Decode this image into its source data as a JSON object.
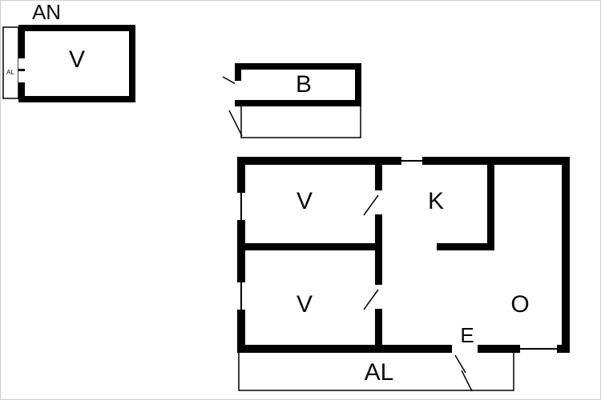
{
  "page": {
    "background_color": "#ffffff",
    "wall_color": "#000000",
    "border_color": "#cccccc"
  },
  "floor_plan": {
    "annex": {
      "title": "AN",
      "room": "V",
      "porch": "AL"
    },
    "outbuilding": {
      "room": "B"
    },
    "main_house": {
      "rooms": {
        "bedroom_top": "V",
        "kitchen": "K",
        "bedroom_bottom": "V",
        "living": "O"
      },
      "entry": "E",
      "porch": "AL"
    }
  }
}
